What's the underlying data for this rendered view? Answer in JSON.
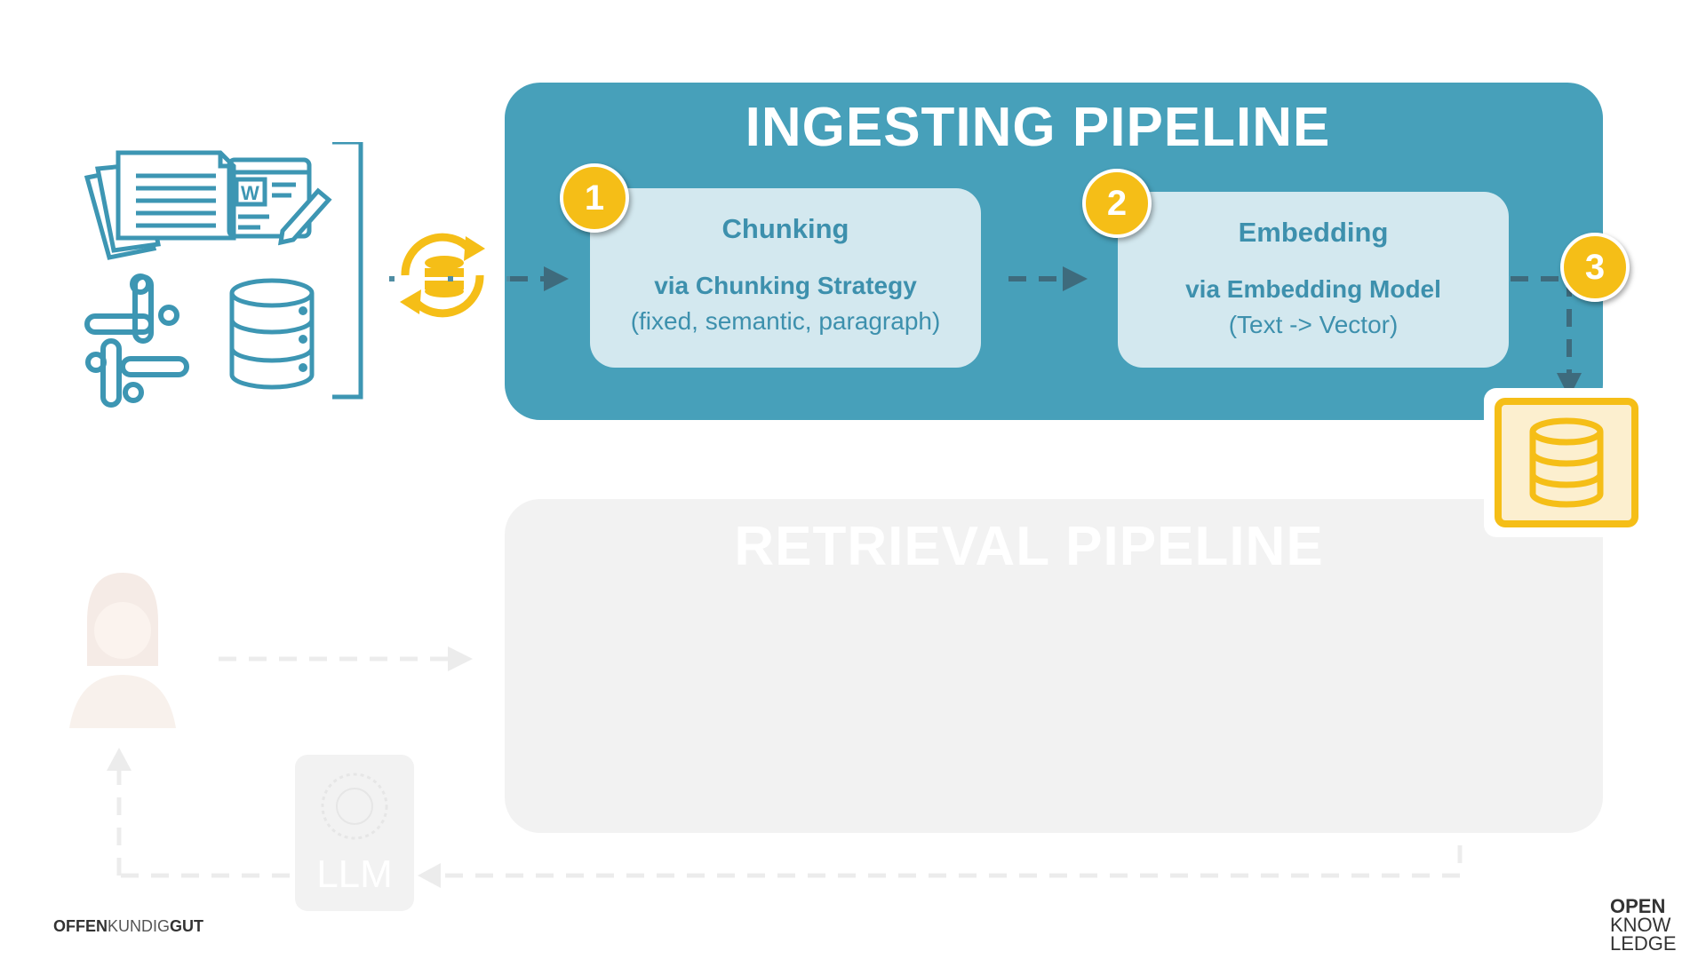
{
  "ingesting": {
    "title": "INGESTING PIPELINE",
    "steps": [
      {
        "number": "1",
        "title": "Chunking",
        "subtitle": "via Chunking Strategy",
        "note": "(fixed, semantic, paragraph)"
      },
      {
        "number": "2",
        "title": "Embedding",
        "subtitle": "via Embedding Model",
        "note": "(Text -> Vector)"
      }
    ],
    "final_badge": "3"
  },
  "retrieval": {
    "title": "RETRIEVAL PIPELINE"
  },
  "llm": {
    "label": "LLM"
  },
  "sources": {
    "icons": [
      "documents-icon",
      "word-document-icon",
      "slack-icon",
      "database-icon"
    ]
  },
  "vector_store": {
    "icon": "vector-database-icon"
  },
  "branding": {
    "left_part1": "OFFEN",
    "left_part2": "KUNDIG",
    "left_part3": "GUT",
    "right_line1": "OPEN",
    "right_line2": "KNOW",
    "right_line3": "LEDGE"
  },
  "colors": {
    "pipeline_teal": "#47a0ba",
    "step_box": "#d3e8ef",
    "badge_yellow": "#f5be17",
    "icon_teal": "#3d96b3",
    "faded_gray": "#f2f2f2"
  }
}
